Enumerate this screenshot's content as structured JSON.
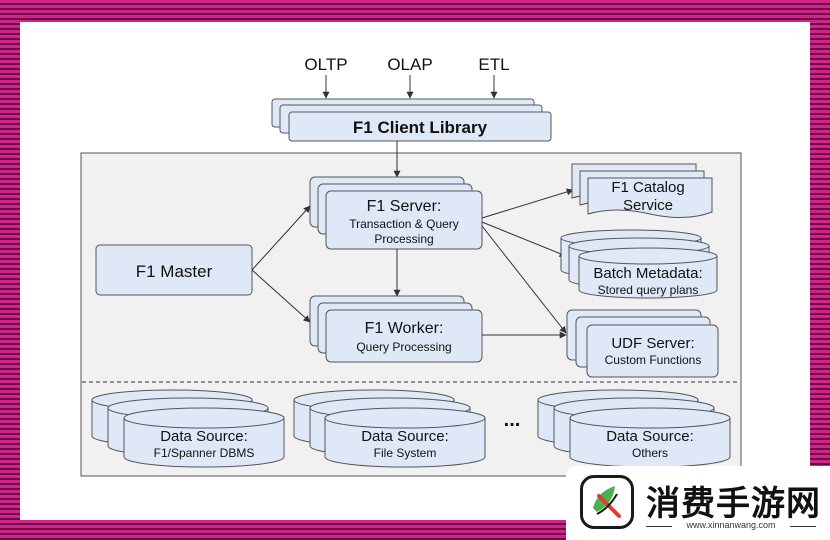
{
  "inputs": {
    "oltp": "OLTP",
    "olap": "OLAP",
    "etl": "ETL"
  },
  "client_library": "F1 Client Library",
  "master": "F1 Master",
  "server": {
    "title": "F1 Server:",
    "line1": "Transaction & Query",
    "line2": "Processing"
  },
  "worker": {
    "title": "F1 Worker:",
    "line1": "Query Processing"
  },
  "catalog": {
    "line1": "F1 Catalog",
    "line2": "Service"
  },
  "metadata": {
    "title": "Batch Metadata:",
    "line1": "Stored query plans"
  },
  "udf": {
    "title": "UDF Server:",
    "line1": "Custom Functions"
  },
  "data_sources": [
    {
      "title": "Data Source:",
      "line1": "F1/Spanner DBMS"
    },
    {
      "title": "Data Source:",
      "line1": "File System"
    },
    {
      "title": "Data Source:",
      "line1": "Others"
    }
  ],
  "ellipsis": "...",
  "watermark": {
    "title": "消费手游网",
    "url": "www.xinnanwang.com"
  },
  "colors": {
    "box_fill": "#dfe8f7",
    "box_stroke": "#555555",
    "panel_fill": "#f1f1f1",
    "border_magenta": "#c2187a",
    "logo_green": "#4caf50",
    "logo_red": "#e53935"
  }
}
